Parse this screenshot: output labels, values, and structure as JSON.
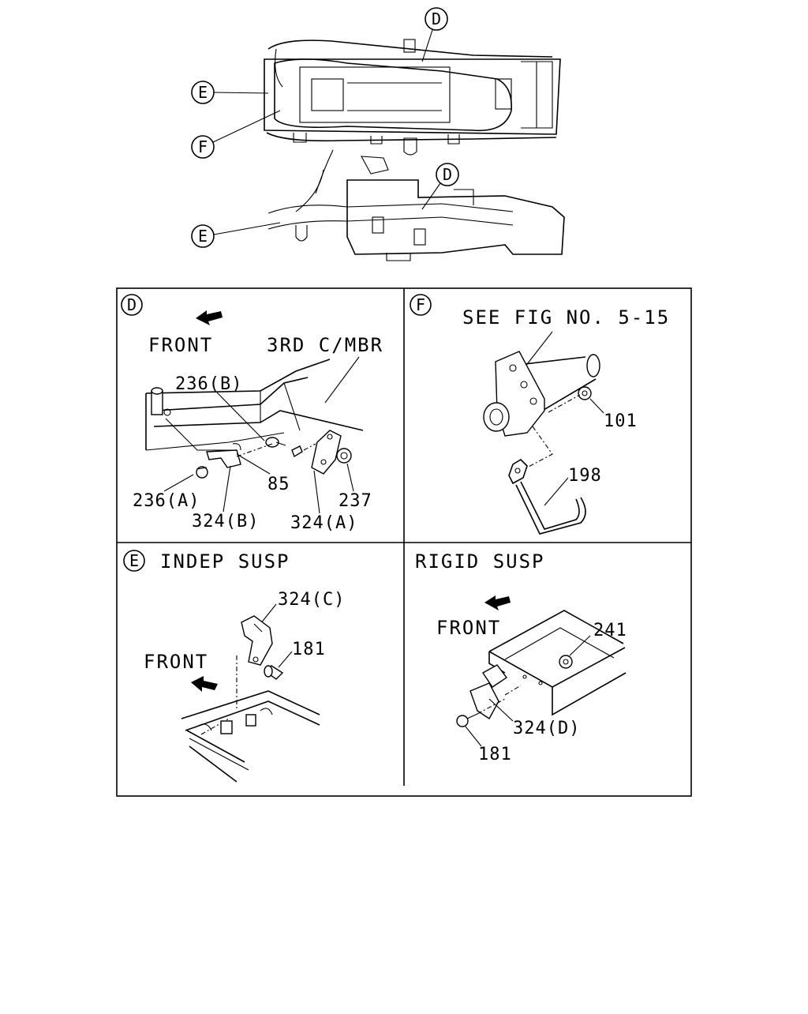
{
  "overview": {
    "callouts": [
      {
        "id": "d_top",
        "letter": "D"
      },
      {
        "id": "e_top",
        "letter": "E"
      },
      {
        "id": "f_top",
        "letter": "F"
      },
      {
        "id": "d_low",
        "letter": "D"
      },
      {
        "id": "e_low",
        "letter": "E"
      }
    ]
  },
  "panels": {
    "d": {
      "badge": "D",
      "front": "FRONT",
      "member": "3RD C/MBR",
      "parts": [
        "236(B)",
        "85",
        "236(A)",
        "324(B)",
        "324(A)",
        "237"
      ]
    },
    "f": {
      "badge": "F",
      "see_fig": "SEE FIG NO. 5-15",
      "parts": [
        "101",
        "198"
      ]
    },
    "e": {
      "badge": "E",
      "title": "INDEP SUSP",
      "front": "FRONT",
      "parts": [
        "324(C)",
        "181"
      ]
    },
    "r": {
      "title": "RIGID SUSP",
      "front": "FRONT",
      "parts": [
        "241",
        "324(D)",
        "181"
      ]
    }
  }
}
